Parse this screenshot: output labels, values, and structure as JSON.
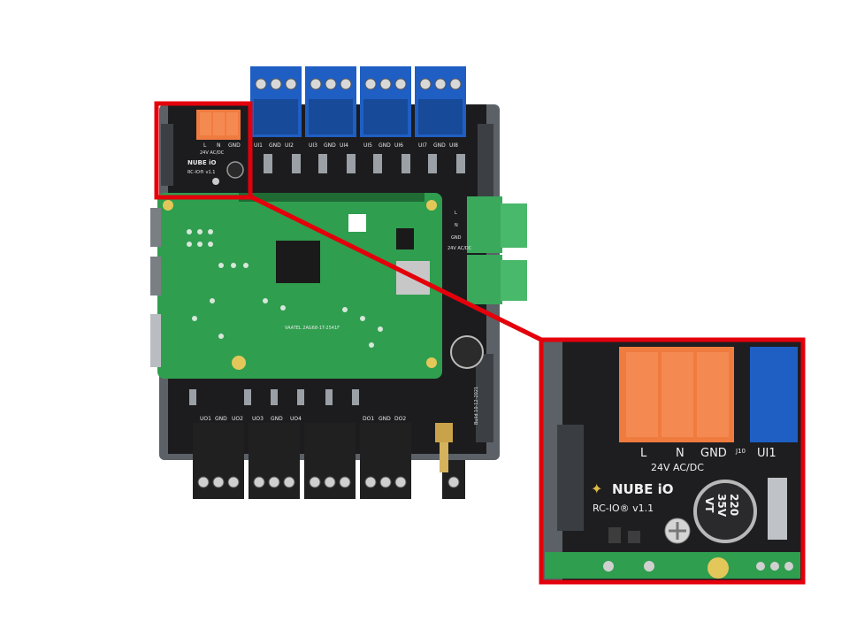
{
  "board": {
    "logo_text": "NUBE iO",
    "model_label": "RC-IO® v1.1",
    "power_terminal_labels": [
      "L",
      "N",
      "GND"
    ],
    "power_rating": "24V AC/DC",
    "top_terminal_labels": [
      "UI1",
      "GND",
      "UI2",
      "UI3",
      "GND",
      "UI4",
      "UI5",
      "GND",
      "UI6",
      "UI7",
      "GND",
      "UI8"
    ],
    "bottom_terminal_labels": [
      "UO1",
      "GND",
      "UO2",
      "UO3",
      "GND",
      "UO4",
      "DO1",
      "GND",
      "DO2"
    ],
    "side_terminal_labels": [
      "L",
      "N",
      "GND"
    ],
    "side_power_rating": "24V AC/DC",
    "build_label": "Build 10-12-2021",
    "pi_serial": "VAATEL 2AG68-1T-2541F"
  },
  "zoom": {
    "terminal_labels": [
      "L",
      "N",
      "GND"
    ],
    "power_rating": "24V AC/DC",
    "connector_ref": "J10",
    "next_terminal_label": "UI1",
    "logo_text": "NUBE iO",
    "model_label": "RC-IO® v1.1",
    "capacitor_value": "220",
    "capacitor_voltage": "35V",
    "capacitor_series": "VT"
  },
  "colors": {
    "highlight_red": "#e3000b",
    "terminal_blue": "#1f5fc4",
    "terminal_orange": "#f07b3f",
    "terminal_green": "#3aa95c",
    "pcb_green": "#2f9e4f",
    "board_black": "#1c1c1e",
    "enclosure_grey": "#5b6166"
  }
}
